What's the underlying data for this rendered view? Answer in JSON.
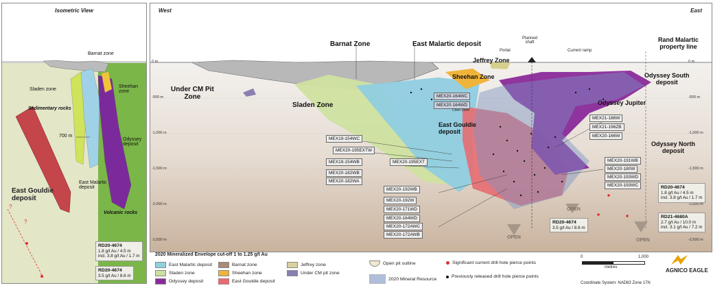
{
  "iso": {
    "title": "Isometric View",
    "labels": {
      "barnat": "Barnat zone",
      "sladen": "Sladen zone",
      "sheehan": "Sheehan\nzone",
      "sedimentary": "Sedimentary rocks",
      "depth700": "700 m",
      "odyssey": "Odyssey\ndeposit",
      "east_malartic": "East Malartic\ndeposit",
      "east_gouldie": "East Gouldie\ndeposit",
      "volcanic": "Volcanic rocks",
      "q1": "?",
      "q2": "?"
    },
    "results": [
      {
        "id": "RD20-4674",
        "lines": [
          "1.8 g/t Au / 4.5 m",
          "incl. 3.8 g/t Au / 1.7 m"
        ]
      },
      {
        "id": "RD20-4674",
        "lines": [
          "3.5 g/t Au / 8.6 m"
        ]
      }
    ]
  },
  "section": {
    "west": "West",
    "east": "East",
    "zones": {
      "barnat": "Barnat Zone",
      "east_malartic": "East Malartic deposit",
      "jeffrey": "Jeffrey Zone",
      "sheehan": "Sheehan Zone",
      "under_cm": "Under CM Pit\nZone",
      "sladen": "Sladen Zone",
      "east_gouldie": "East Gouldie\ndeposit",
      "odyssey_south": "Odyssey South\ndeposit",
      "odyssey_jupiter": "Odyssey Jupiter",
      "odyssey_north": "Odyssey North\ndeposit",
      "rand": "Rand Malartic\nproperty line"
    },
    "infra": {
      "portal": "Portal",
      "planned_shaft": "Planned\nshaft",
      "current_ramp": "Current ramp"
    },
    "open_labels": [
      "OPEN",
      "OPEN",
      "OPEN"
    ],
    "depth_left": [
      "0 m",
      "-500 m",
      "-1,000 m",
      "-1,500 m",
      "-2,000 m",
      "-2,500 m"
    ],
    "depth_right": [
      "0 m",
      "-500 m",
      "-1,000 m",
      "-1,500 m",
      "-2,000 m",
      "-2,500 m"
    ],
    "holes_left": [
      "MEX19-154WC",
      "MEX20-195EXTW",
      "MEX19-154WB",
      "MEX20-195EXT",
      "MEX20-182WB",
      "MEX20-182WA"
    ],
    "holes_top": [
      "MEX20-164WC",
      "MEX20-164WD",
      "Chert Zone"
    ],
    "holes_right_top": [
      "MEX21-186W",
      "MEX21-196ZB",
      "MEX20-166W"
    ],
    "holes_right_mid": [
      "MEX20-191WB",
      "MEX20-180W",
      "MEX20-193WD",
      "MEX20-193WC"
    ],
    "holes_bottom": [
      "MEX20-192WB",
      "MEX20-192W",
      "MEX20-171WD",
      "MEX20-164WD",
      "MEX20-172AWC",
      "MEX20-172AWB"
    ],
    "results": [
      {
        "id": "RD20-4674",
        "lines": [
          "1.8 g/t Au / 4.5 m",
          "incl. 3.8 g/t Au / 1.7 m"
        ]
      },
      {
        "id": "RD20-4674",
        "lines": [
          "3.5 g/t Au / 8.6 m"
        ]
      },
      {
        "id": "RD21-4680A",
        "lines": [
          "2.7 g/t Au / 10.0 m",
          "incl. 3.1 g/t Au / 7.2 m"
        ]
      }
    ]
  },
  "legend": {
    "title": "2020 Mineralized Envelope cut-off 1 to 1.25 g/t Au",
    "items": [
      {
        "label": "East Malartic deposit",
        "color": "#8fd0e0"
      },
      {
        "label": "Sladen zone",
        "color": "#cde0a0"
      },
      {
        "label": "Odyssey deposit",
        "color": "#8a2a9a"
      },
      {
        "label": "Barnat zone",
        "color": "#a88a78"
      },
      {
        "label": "Sheehan zone",
        "color": "#f0b43a"
      },
      {
        "label": "East Gouldie deposit",
        "color": "#e56d72"
      },
      {
        "label": "Jeffrey zone",
        "color": "#d8d2a0"
      },
      {
        "label": "Under CM pit zone",
        "color": "#8a7fb0"
      }
    ],
    "open_pit": "Open pit outline",
    "resource": "2020 Mineral Resource",
    "sig_points": "Significant current drill hole pierce points",
    "prev_points": "Previously released drill hole pierce points",
    "scale_zero": "0",
    "scale_max": "1,000",
    "scale_unit": "metres",
    "logo": "AGNICO EAGLE",
    "coords": "Coordinate System: NAD83 Zone 17N"
  }
}
